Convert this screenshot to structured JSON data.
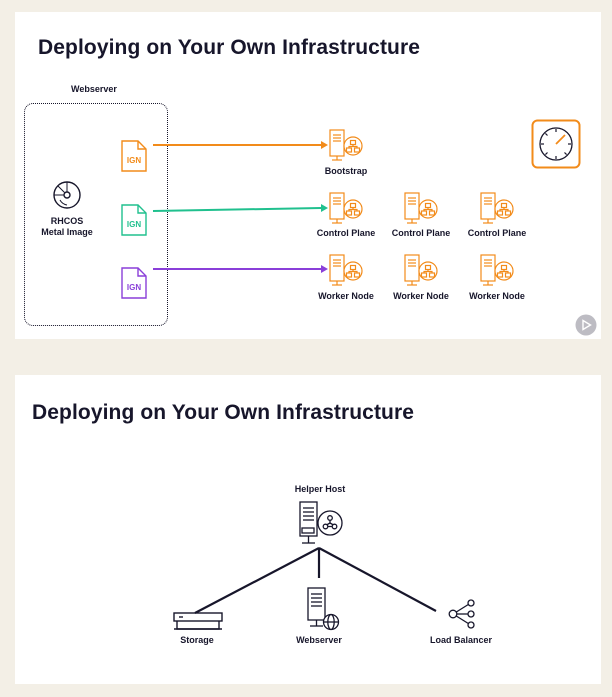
{
  "slide1": {
    "title": "Deploying on Your Own Infrastructure",
    "webserver_label": "Webserver",
    "rhcos_label_line1": "RHCOS",
    "rhcos_label_line2": "Metal Image",
    "ign_label": "IGN",
    "bootstrap_label": "Bootstrap",
    "control_plane_label": "Control Plane",
    "worker_node_label": "Worker Node",
    "colors": {
      "orange": "#f28b1a",
      "green": "#20c08e",
      "purple": "#8a3fd9",
      "dark": "#17162b"
    }
  },
  "slide2": {
    "title": "Deploying on Your Own Infrastructure",
    "helper_host_label": "Helper Host",
    "storage_label": "Storage",
    "webserver_label": "Webserver",
    "load_balancer_label": "Load Balancer"
  }
}
